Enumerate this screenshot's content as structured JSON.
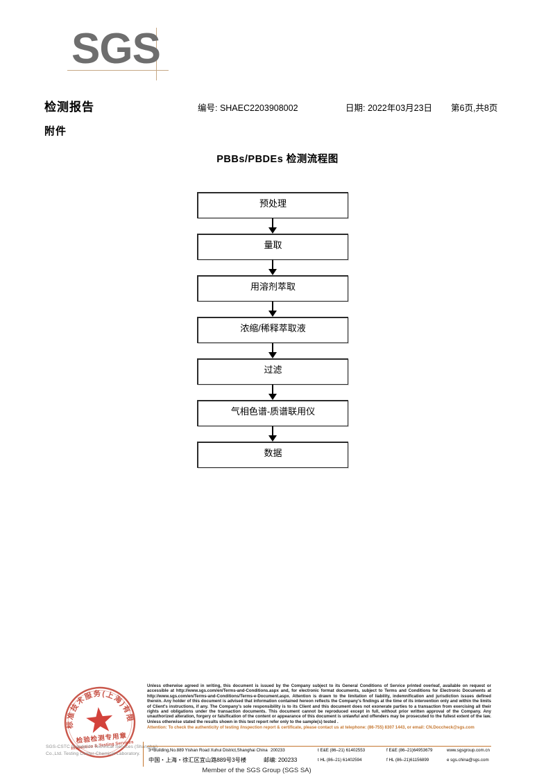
{
  "logo": {
    "text": "SGS"
  },
  "header": {
    "title": "检测报告",
    "attachment": "附件",
    "report_no": "编号: SHAEC2203908002",
    "date": "日期: 2022年03月23日",
    "page": "第6页,共8页"
  },
  "flowchart": {
    "title": "PBBs/PBDEs 检测流程图",
    "steps": [
      {
        "label": "预处理"
      },
      {
        "label": "量取"
      },
      {
        "label": "用溶剂萃取"
      },
      {
        "label": "浓缩/稀释萃取液"
      },
      {
        "label": "过滤"
      },
      {
        "label": "气相色谱-质谱联用仪"
      },
      {
        "label": "数据"
      }
    ]
  },
  "stamp": {
    "outer_text": "SGS通标标准技术服务(上海)有限公司",
    "line1": "检验检测专用章",
    "line2": "Inspection & Testing Services",
    "watermark": "SGS-CSTC Standards Technical Services (Shanghai) Co.,Ltd. Testing Center-Chemical Laboratory.",
    "color": "#c0392b"
  },
  "legal": {
    "paragraph": "Unless otherwise agreed in writing, this document is issued by the Company subject to its General Conditions of Service printed overleaf, available on request or accessible at http://www.sgs.com/en/Terms-and-Conditions.aspx and, for electronic format documents, subject to Terms and Conditions for Electronic Documents at http://www.sgs.com/en/Terms-and-Conditions/Terms-e-Document.aspx. Attention is drawn to the limitation of liability, indemnification and jurisdiction issues defined therein. Any holder of this document is advised that information contained hereon reflects the Company's findings at the time of its intervention only and within the limits of Client's instructions, if any. The Company's sole responsibility is to its Client and this document does not exonerate parties to a transaction from exercising all their rights and obligations under the transaction documents. This document cannot be reproduced except in full, without prior written approval of the Company. Any unauthorized alteration, forgery or falsification of the content or appearance of this document is unlawful and offenders may be prosecuted to the fullest extent of the law. Unless otherwise stated the results shown in this test report refer only to the sample(s) tested .",
    "attention": "Attention: To check the authenticity of testing /inspection report & certificate, please contact us at telephone: (86-755) 8307 1443, or email: CN.Doccheck@sgs.com",
    "attention_color": "#c4762f"
  },
  "address": {
    "en": {
      "street": "3ʳᵈBuilding,No.889 Yishan Road Xuhui District,Shanghai China",
      "zip": "200233",
      "tel": "t E&E (86–21) 61402553",
      "fax": "f E&E (86–21)64953679",
      "web": "www.sgsgroup.com.cn"
    },
    "cn": {
      "street": "中国・上海・徐汇区宜山路889号3号楼",
      "zip": "邮编: 200233",
      "tel": "t HL (86–21) 61402594",
      "fax": "f HL (86–21)61156899",
      "email": "e  sgs.china@sgs.com"
    }
  },
  "footer": {
    "member": "Member of the SGS Group (SGS SA)"
  }
}
